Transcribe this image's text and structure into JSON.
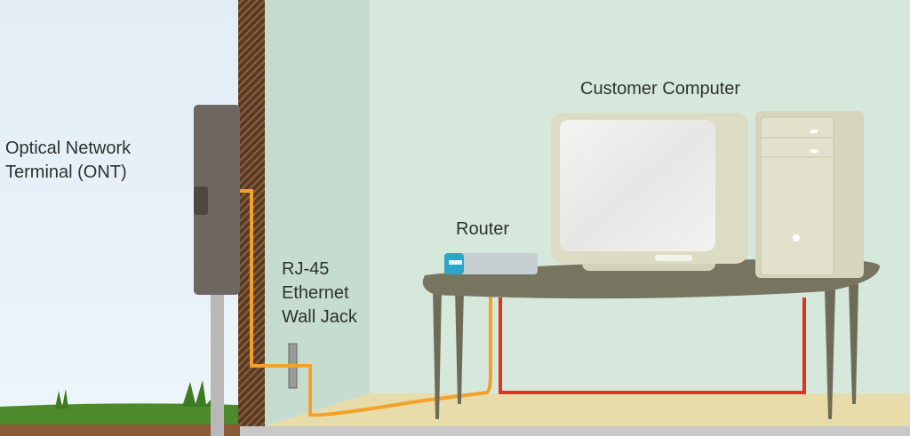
{
  "labels": {
    "ont": [
      "Optical Network",
      "Terminal (ONT)"
    ],
    "wall_jack": [
      "RJ-45",
      "Ethernet",
      "Wall Jack"
    ],
    "router": "Router",
    "computer": "Customer Computer"
  },
  "colors": {
    "sky": "#e6f0f7",
    "grass": "#4c8a2c",
    "soil": "#8a5a35",
    "wall": "#5a3a22",
    "interior_wall": "#d6e8dc",
    "floor": "#e8dcaa",
    "ethernet_cable": "#f2a22a",
    "red_cable": "#e0321e",
    "table": "#77755f",
    "computer": "#dcdcc4"
  }
}
